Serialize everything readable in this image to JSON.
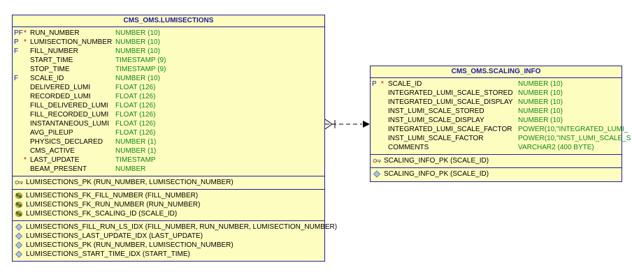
{
  "tables": {
    "lumisections": {
      "title": "CMS_OMS.LUMISECTIONS",
      "columns": [
        {
          "key": "PF",
          "req": "*",
          "name": "RUN_NUMBER",
          "type": "NUMBER (10)"
        },
        {
          "key": "P",
          "req": "*",
          "name": "LUMISECTION_NUMBER",
          "type": "NUMBER (10)"
        },
        {
          "key": "F",
          "req": "",
          "name": "FILL_NUMBER",
          "type": "NUMBER (10)"
        },
        {
          "key": "",
          "req": "",
          "name": "START_TIME",
          "type": "TIMESTAMP (9)"
        },
        {
          "key": "",
          "req": "",
          "name": "STOP_TIME",
          "type": "TIMESTAMP (9)"
        },
        {
          "key": "F",
          "req": "",
          "name": "SCALE_ID",
          "type": "NUMBER (10)"
        },
        {
          "key": "",
          "req": "",
          "name": "DELIVERED_LUMI",
          "type": "FLOAT (126)"
        },
        {
          "key": "",
          "req": "",
          "name": "RECORDED_LUMI",
          "type": "FLOAT (126)"
        },
        {
          "key": "",
          "req": "",
          "name": "FILL_DELIVERED_LUMI",
          "type": "FLOAT (126)"
        },
        {
          "key": "",
          "req": "",
          "name": "FILL_RECORDED_LUMI",
          "type": "FLOAT (126)"
        },
        {
          "key": "",
          "req": "",
          "name": "INSTANTANEOUS_LUMI",
          "type": "FLOAT (126)"
        },
        {
          "key": "",
          "req": "",
          "name": "AVG_PILEUP",
          "type": "FLOAT (126)"
        },
        {
          "key": "",
          "req": "",
          "name": "PHYSICS_DECLARED",
          "type": "NUMBER (1)"
        },
        {
          "key": "",
          "req": "",
          "name": "CMS_ACTIVE",
          "type": "NUMBER (1)"
        },
        {
          "key": "",
          "req": "*",
          "name": "LAST_UPDATE",
          "type": "TIMESTAMP"
        },
        {
          "key": "",
          "req": "",
          "name": "BEAM_PRESENT",
          "type": "NUMBER"
        }
      ],
      "primary_keys": [
        "LUMISECTIONS_PK (RUN_NUMBER, LUMISECTION_NUMBER)"
      ],
      "foreign_keys": [
        "LUMISECTIONS_FK_FILL_NUMBER (FILL_NUMBER)",
        "LUMISECTIONS_FK_RUN_NUMBER (RUN_NUMBER)",
        "LUMISECTIONS_FK_SCALING_ID (SCALE_ID)"
      ],
      "indexes": [
        "LUMISECTIONS_FILL_RUN_LS_IDX (FILL_NUMBER, RUN_NUMBER, LUMISECTION_NUMBER)",
        "LUMISECTIONS_LAST_UPDATE_IDX (LAST_UPDATE)",
        "LUMISECTIONS_PK (RUN_NUMBER, LUMISECTION_NUMBER)",
        "LUMISECTIONS_START_TIME_IDX (START_TIME)"
      ]
    },
    "scaling_info": {
      "title": "CMS_OMS.SCALING_INFO",
      "columns": [
        {
          "key": "P",
          "req": "*",
          "name": "SCALE_ID",
          "type": "NUMBER (10)"
        },
        {
          "key": "",
          "req": "",
          "name": "INTEGRATED_LUMI_SCALE_STORED",
          "type": "NUMBER (10)"
        },
        {
          "key": "",
          "req": "",
          "name": "INTEGRATED_LUMI_SCALE_DISPLAY",
          "type": "NUMBER (10)"
        },
        {
          "key": "",
          "req": "",
          "name": "INST_LUMI_SCALE_STORED",
          "type": "NUMBER (10)"
        },
        {
          "key": "",
          "req": "",
          "name": "INST_LUMI_SCALE_DISPLAY",
          "type": "NUMBER (10)"
        },
        {
          "key": "",
          "req": "",
          "name": "INTEGRATED_LUMI_SCALE_FACTOR",
          "type": "POWER(10,\"INTEGRATED_LUMI_"
        },
        {
          "key": "",
          "req": "",
          "name": "INST_LUMI_SCALE_FACTOR",
          "type": "POWER(10,\"INST_LUMI_SCALE_S"
        },
        {
          "key": "",
          "req": "",
          "name": "COMMENTS",
          "type": "VARCHAR2 (400 BYTE)"
        }
      ],
      "primary_keys": [
        "SCALING_INFO_PK (SCALE_ID)"
      ],
      "foreign_keys": [],
      "indexes": [
        "SCALING_INFO_PK (SCALE_ID)"
      ]
    }
  },
  "colors": {
    "table_fill": "#fdfdc0",
    "border": "#1f1f9e",
    "title_text": "#1a1aa8",
    "type_text": "#108a10",
    "required_marker": "#cc0000"
  },
  "icons": {
    "primary_key": "key-icon",
    "foreign_key": "foreign-key-icon",
    "index": "index-diamond-icon"
  }
}
